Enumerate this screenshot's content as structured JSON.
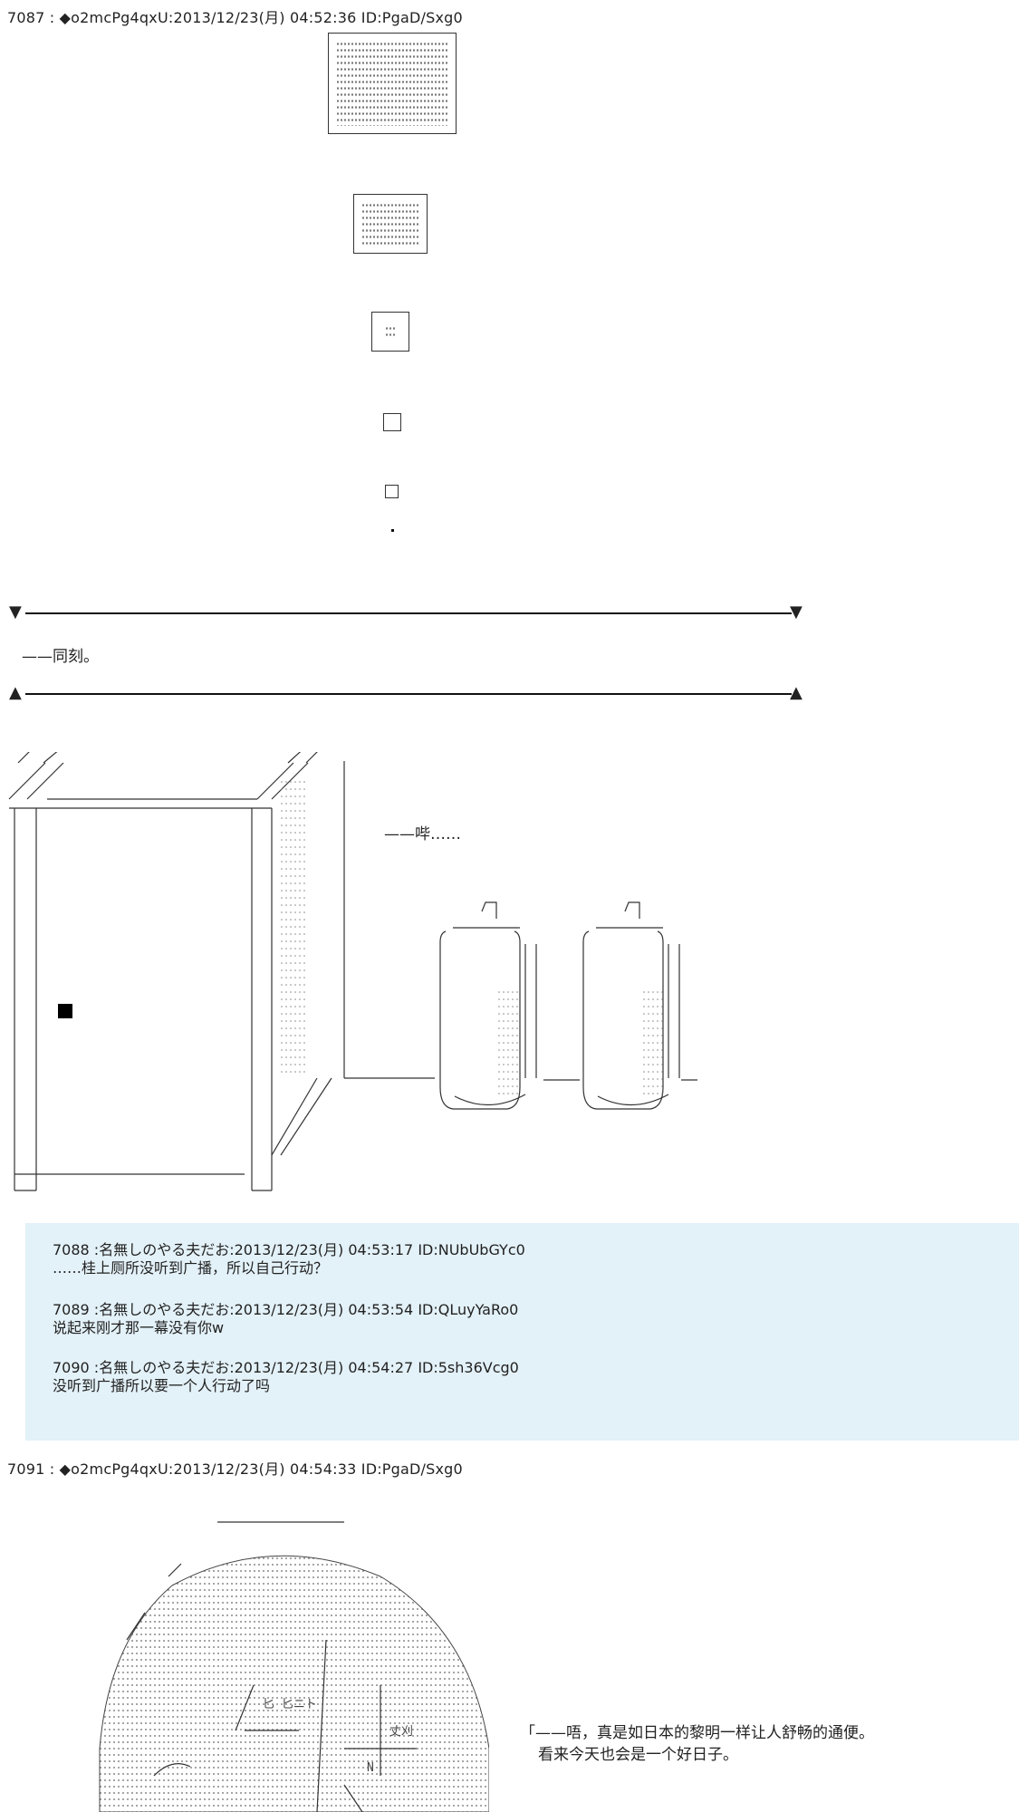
{
  "posts": [
    {
      "header": "7087 : ◆o2mcPg4qxU:2013/12/23(月) 04:52:36 ID:PgaD/Sxg0"
    },
    {
      "header": "7091 : ◆o2mcPg4qxU:2013/12/23(月) 04:54:33 ID:PgaD/Sxg0"
    }
  ],
  "scene1": {
    "narration": "——同刻。"
  },
  "scene2": {
    "sound": "——哔……"
  },
  "replies": [
    {
      "header": "7088 :名無しのやる夫だお:2013/12/23(月) 04:53:17 ID:NUbUbGYc0",
      "body": "……桂上厕所没听到广播，所以自己行动？"
    },
    {
      "header": "7089 :名無しのやる夫だお:2013/12/23(月) 04:53:54 ID:QLuyYaRo0",
      "body": "说起来刚才那一幕没有你w"
    },
    {
      "header": "7090 :名無しのやる夫だお:2013/12/23(月) 04:54:27 ID:5sh36Vcg0",
      "body": "没听到广播所以要一个人行动了吗"
    }
  ],
  "scene3": {
    "speech_line1": "「——唔，真是如日本的黎明一样让人舒畅的通便。",
    "speech_line2": "看来今天也会是一个好日子。",
    "aa_labels": [
      "匕 匕ニト",
      "丈刈",
      "N"
    ]
  },
  "icons": [
    "down-triangle-icon",
    "up-triangle-icon",
    "black-square-icon"
  ]
}
